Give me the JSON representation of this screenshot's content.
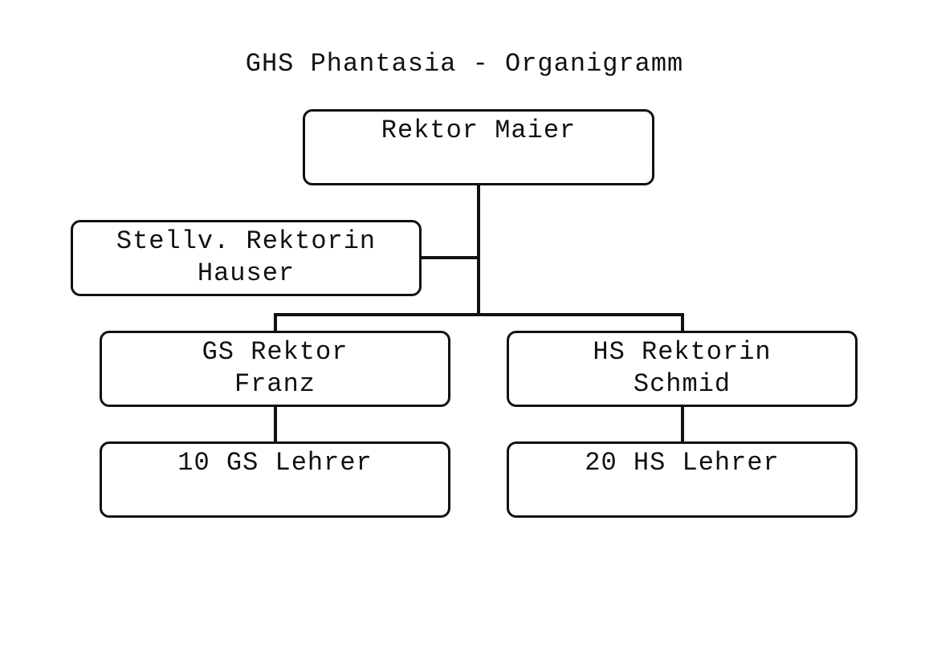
{
  "title": "GHS Phantasia - Organigramm",
  "nodes": {
    "rektor": {
      "lines": [
        "Rektor Maier"
      ]
    },
    "stellv": {
      "lines": [
        "Stellv. Rektorin",
        "Hauser"
      ]
    },
    "gs_rektor": {
      "lines": [
        "GS Rektor",
        "Franz"
      ]
    },
    "hs_rektor": {
      "lines": [
        "HS Rektorin",
        "Schmid"
      ]
    },
    "gs_lehrer": {
      "lines": [
        "10 GS Lehrer"
      ]
    },
    "hs_lehrer": {
      "lines": [
        "20 HS Lehrer"
      ]
    }
  },
  "colors": {
    "stroke": "#111111",
    "background": "#ffffff"
  }
}
